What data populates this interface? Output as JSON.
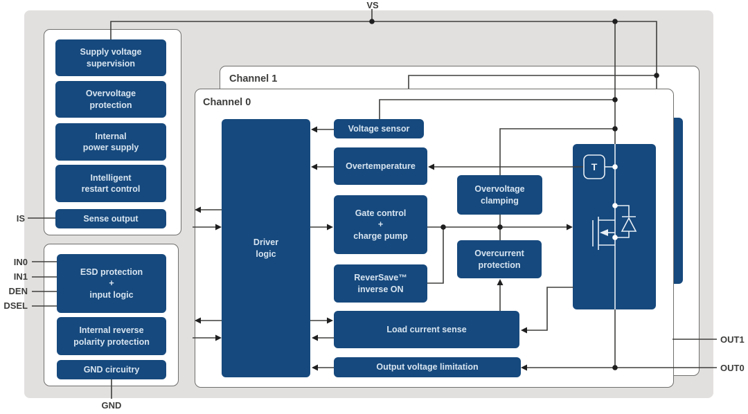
{
  "colors": {
    "bg_gray": "#E2E0DF",
    "panel_border": "#6E6E6C",
    "block_blue": "#16497D",
    "block_text": "#D7E4F0",
    "line": "#3E3E3C",
    "dot": "#1F1F1F",
    "label": "#3C3C3B",
    "mosfet_white": "#E9EFF6"
  },
  "pins": {
    "vs": "VS",
    "gnd": "GND",
    "is": "IS",
    "in0": "IN0",
    "in1": "IN1",
    "den": "DEN",
    "dsel": "DSEL",
    "out1": "OUT1",
    "out0": "OUT0"
  },
  "channels": {
    "ch1": "Channel 1",
    "ch0": "Channel 0"
  },
  "supply_group": {
    "supply_voltage_supervision": "Supply voltage\nsupervision",
    "overvoltage_protection": "Overvoltage\nprotection",
    "internal_power_supply": "Internal\npower supply",
    "intelligent_restart_control": "Intelligent\nrestart control",
    "sense_output": "Sense output"
  },
  "input_group": {
    "esd_input_logic": "ESD protection\n+\ninput logic",
    "reverse_polarity": "Internal reverse\npolarity protection",
    "gnd_circuitry": "GND circuitry"
  },
  "ch0_blocks": {
    "driver_logic": "Driver\nlogic",
    "voltage_sensor": "Voltage sensor",
    "overtemperature": "Overtemperature",
    "gate_control": "Gate control\n+\ncharge pump",
    "reversave": "ReverSave™\ninverse ON",
    "overvoltage_clamping": "Overvoltage\nclamping",
    "overcurrent_protection": "Overcurrent\nprotection",
    "load_current_sense": "Load current sense",
    "output_voltage_limitation": "Output voltage limitation",
    "temp_sensor": "T"
  }
}
